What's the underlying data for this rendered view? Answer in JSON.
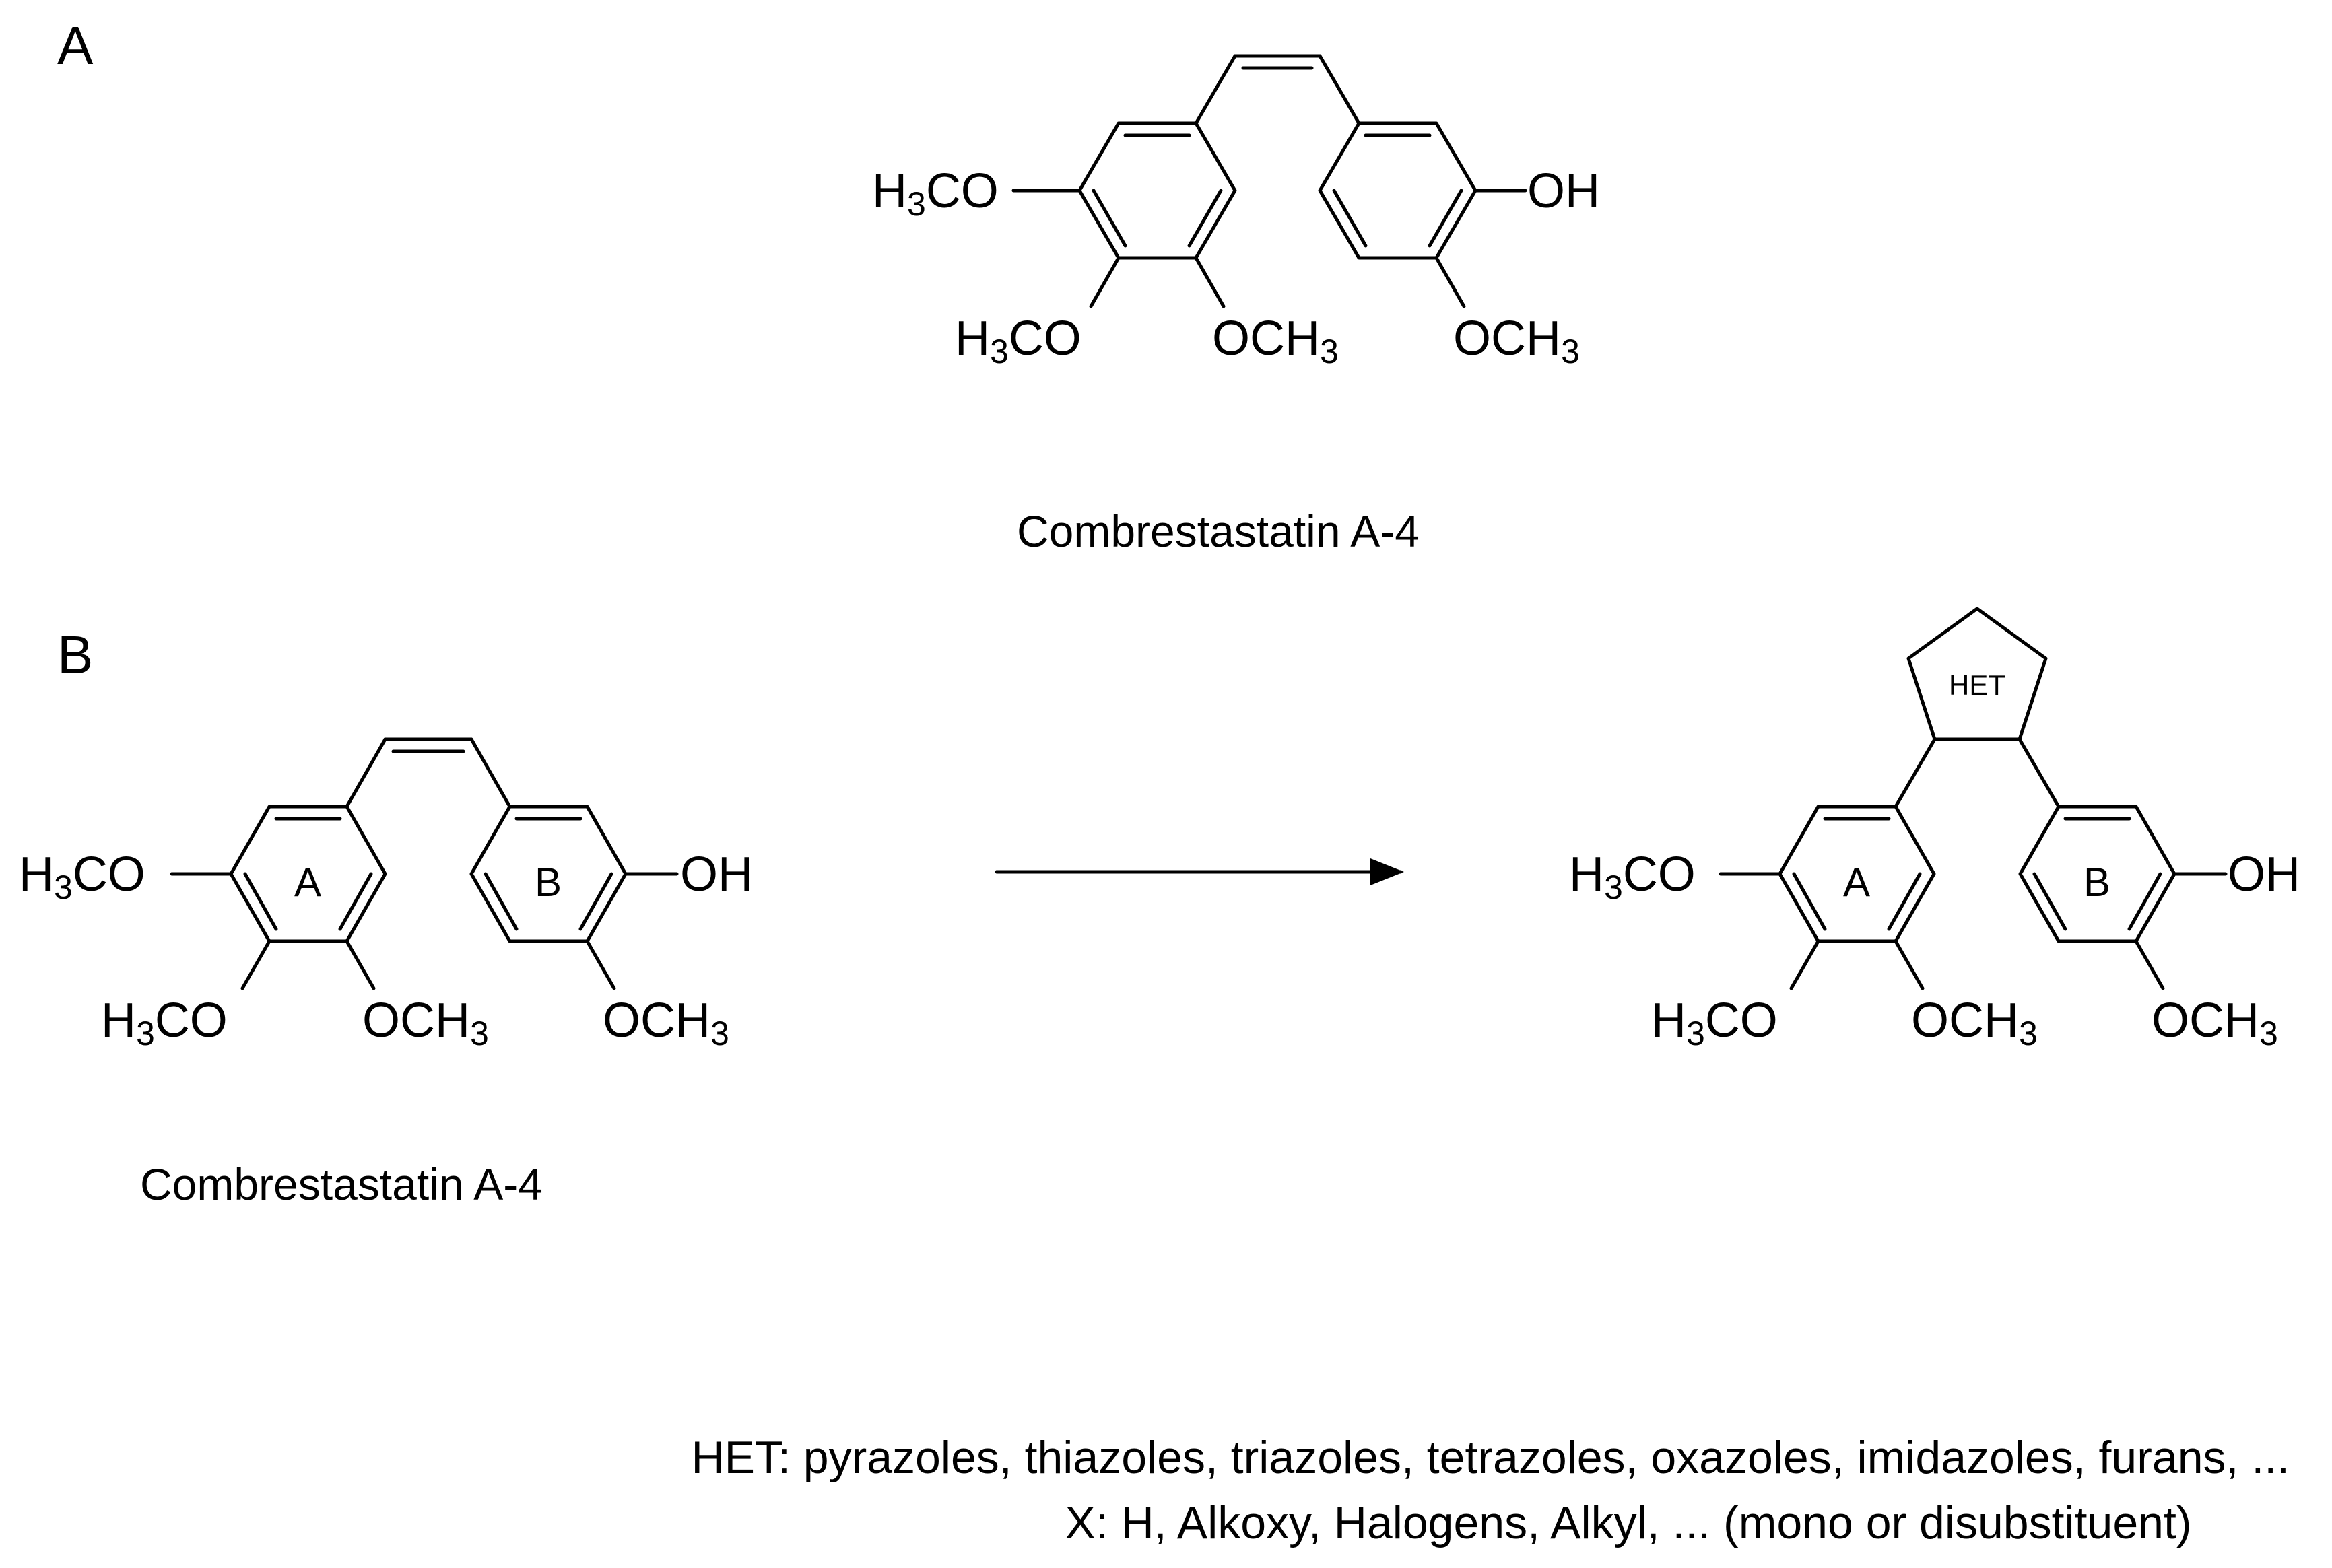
{
  "panels": {
    "a_label": "A",
    "b_label": "B"
  },
  "substituents": {
    "h3co_h": "H",
    "h3co_3": "3",
    "h3co_co": "CO",
    "och3_oc": "OCH",
    "och3_3": "3",
    "oh": "OH"
  },
  "rings": {
    "ring_a": "A",
    "ring_b": "B",
    "het": "HET"
  },
  "captions": {
    "panel_a_compound": "Combrestastatin A-4",
    "panel_b_compound": "Combrestastatin A-4"
  },
  "notes": {
    "het_line": "HET: pyrazoles, thiazoles, triazoles, tetrazoles, oxazoles, imidazoles, furans, ...",
    "x_line": "X: H, Alkoxy, Halogens, Alkyl, ... (mono or disubstituent)"
  },
  "colors": {
    "ink": "#000000",
    "background": "#ffffff"
  }
}
